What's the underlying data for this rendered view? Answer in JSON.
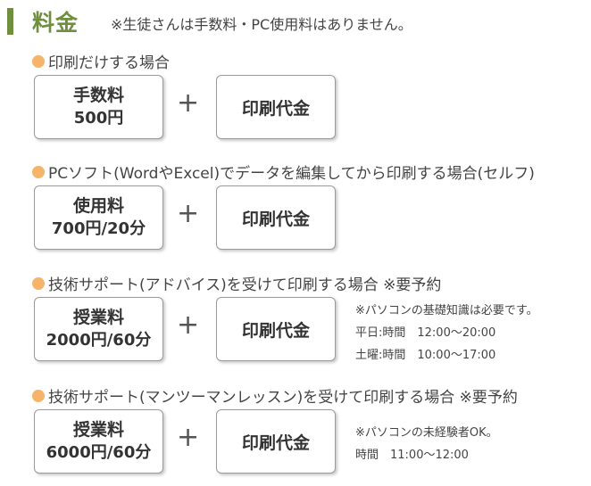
{
  "header": {
    "title": "料金",
    "note": "※生徒さんは手数料・PC使用料はありません。"
  },
  "sections": [
    {
      "heading": "印刷だけする場合",
      "fee_label": "手数料",
      "fee_price": "500円",
      "plus": "+",
      "print_label": "印刷代金",
      "notes": []
    },
    {
      "heading": "PCソフト(WordやExcel)でデータを編集してから印刷する場合(セルフ)",
      "fee_label": "使用料",
      "fee_price": "700円/20分",
      "plus": "+",
      "print_label": "印刷代金",
      "notes": []
    },
    {
      "heading": "技術サポート(アドバイス)を受けて印刷する場合 ※要予約",
      "fee_label": "授業料",
      "fee_price": "2000円/60分",
      "plus": "+",
      "print_label": "印刷代金",
      "notes": [
        "※パソコンの基礎知識は必要です。",
        "平日:時間　12:00～20:00",
        "土曜:時間　10:00～17:00"
      ]
    },
    {
      "heading": "技術サポート(マンツーマンレッスン)を受けて印刷する場合 ※要予約",
      "fee_label": "授業料",
      "fee_price": "6000円/60分",
      "plus": "+",
      "print_label": "印刷代金",
      "notes": [
        "※パソコンの未経験者OK。",
        "時間　11:00～12:00"
      ]
    }
  ],
  "colors": {
    "accent": "#6f8f3f",
    "bullet": "#f5b46a"
  }
}
